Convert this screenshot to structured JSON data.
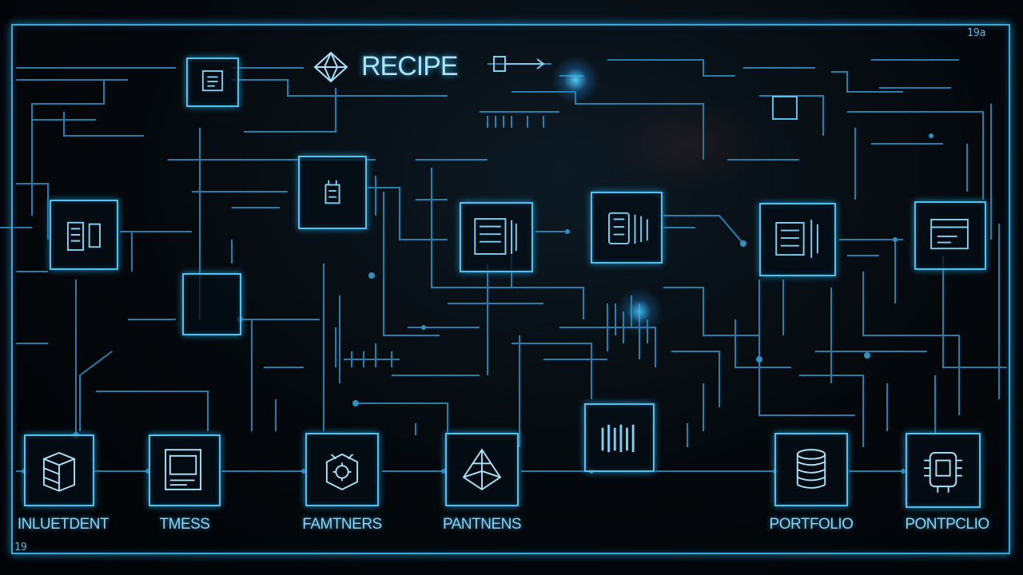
{
  "header": {
    "title": "RECIPE",
    "logo_icon": "diamond-icon",
    "side_icon": "arrow-right-icon"
  },
  "corners": {
    "top_right": "19a",
    "bottom_left": "19"
  },
  "modules": [
    {
      "label": "INLUETDENT",
      "icon": "stacked-box-icon"
    },
    {
      "label": "TMESS",
      "icon": "window-document-icon"
    },
    {
      "label": "FAMTNERS",
      "icon": "gear-box-icon"
    },
    {
      "label": "PANTNENS",
      "icon": "pyramid-icon"
    },
    {
      "label": "PORTFOLIO",
      "icon": "stacked-coins-icon"
    },
    {
      "label": "PONTPCLIO",
      "icon": "circuit-chip-icon"
    }
  ],
  "colors": {
    "accent": "#4fc3ef",
    "frame": "#3aa9d8",
    "background": "#04080c"
  }
}
